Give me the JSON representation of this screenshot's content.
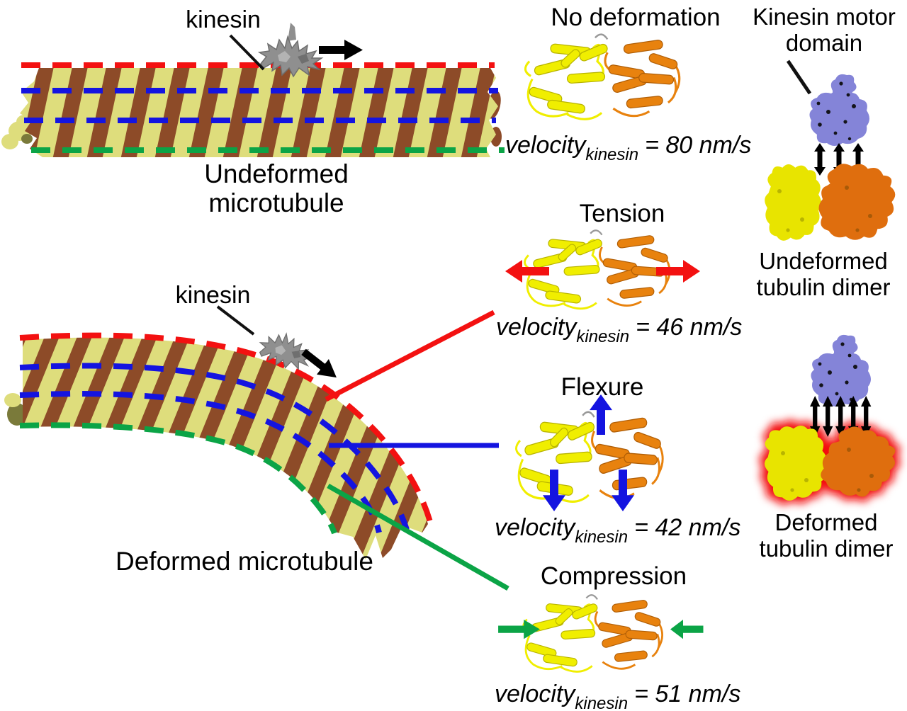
{
  "figure": {
    "undeformed": {
      "kinesin_label": "kinesin",
      "caption": "Undeformed microtubule"
    },
    "deformed": {
      "kinesin_label": "kinesin",
      "caption": "Deformed microtubule"
    },
    "panels": {
      "no_deformation": {
        "title": "No deformation",
        "velocity_word": "velocity",
        "velocity_sub": "kinesin",
        "velocity_rest": "= 80 nm/s",
        "accent": null
      },
      "tension": {
        "title": "Tension",
        "velocity_word": "velocity",
        "velocity_sub": "kinesin",
        "velocity_rest": "= 46 nm/s",
        "accent": "#f31111"
      },
      "flexure": {
        "title": "Flexure",
        "velocity_word": "velocity",
        "velocity_sub": "kinesin",
        "velocity_rest": "= 42 nm/s",
        "accent": "#1414e0"
      },
      "compression": {
        "title": "Compression",
        "velocity_word": "velocity",
        "velocity_sub": "kinesin",
        "velocity_rest": "= 51 nm/s",
        "accent": "#0ba446"
      }
    },
    "right_column": {
      "motor_label": "Kinesin motor domain",
      "undeformed_dimer_label": "Undeformed tubulin dimer",
      "deformed_dimer_label": "Deformed tubulin dimer"
    },
    "colors": {
      "red": "#f31111",
      "blue": "#1414e0",
      "green": "#0ba446",
      "mt_yellow": "#dedd7c",
      "mt_brown": "#8d4b28",
      "cartoon_yellow": "#f0ee00",
      "cartoon_orange": "#e8820e",
      "surface_yellow": "#e8e400",
      "surface_orange": "#df6e0e",
      "motor_blue": "#8484d8",
      "kinesin_gray": "#8f8f8f",
      "olive": "#7a7a3a"
    }
  }
}
